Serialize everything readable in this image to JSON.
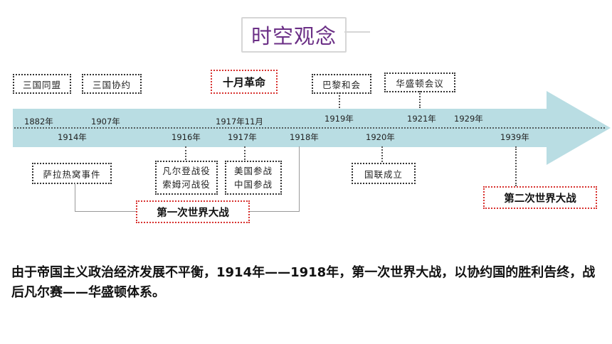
{
  "title": "时空观念",
  "above_events": [
    {
      "label": "三国同盟"
    },
    {
      "label": "三国协约"
    },
    {
      "label": "十月革命"
    },
    {
      "label": "巴黎和会"
    },
    {
      "label": "华盛顿会议"
    }
  ],
  "below_events": [
    {
      "label": "萨拉热窝事件"
    },
    {
      "line1": "凡尔登战役",
      "line2": "索姆河战役"
    },
    {
      "line1": "美国参战",
      "line2": "中国参战"
    },
    {
      "label": "国联成立"
    }
  ],
  "war1": "第一次世界大战",
  "war2": "第二次世界大战",
  "years_top": [
    "1882年",
    "1907年",
    "1917年11月",
    "1919年",
    "1921年",
    "1929年"
  ],
  "years_bottom": [
    "1914年",
    "1916年",
    "1917年",
    "1918年",
    "1920年",
    "1939年"
  ],
  "summary": "由于帝国主义政治经济发展不平衡，1914年——1918年，第一次世界大战，以协约国的胜利告终，战后凡尔赛——华盛顿体系。",
  "colors": {
    "title": "#6b2f86",
    "arrow": "#b9dde3",
    "highlight": "#d8322f"
  }
}
